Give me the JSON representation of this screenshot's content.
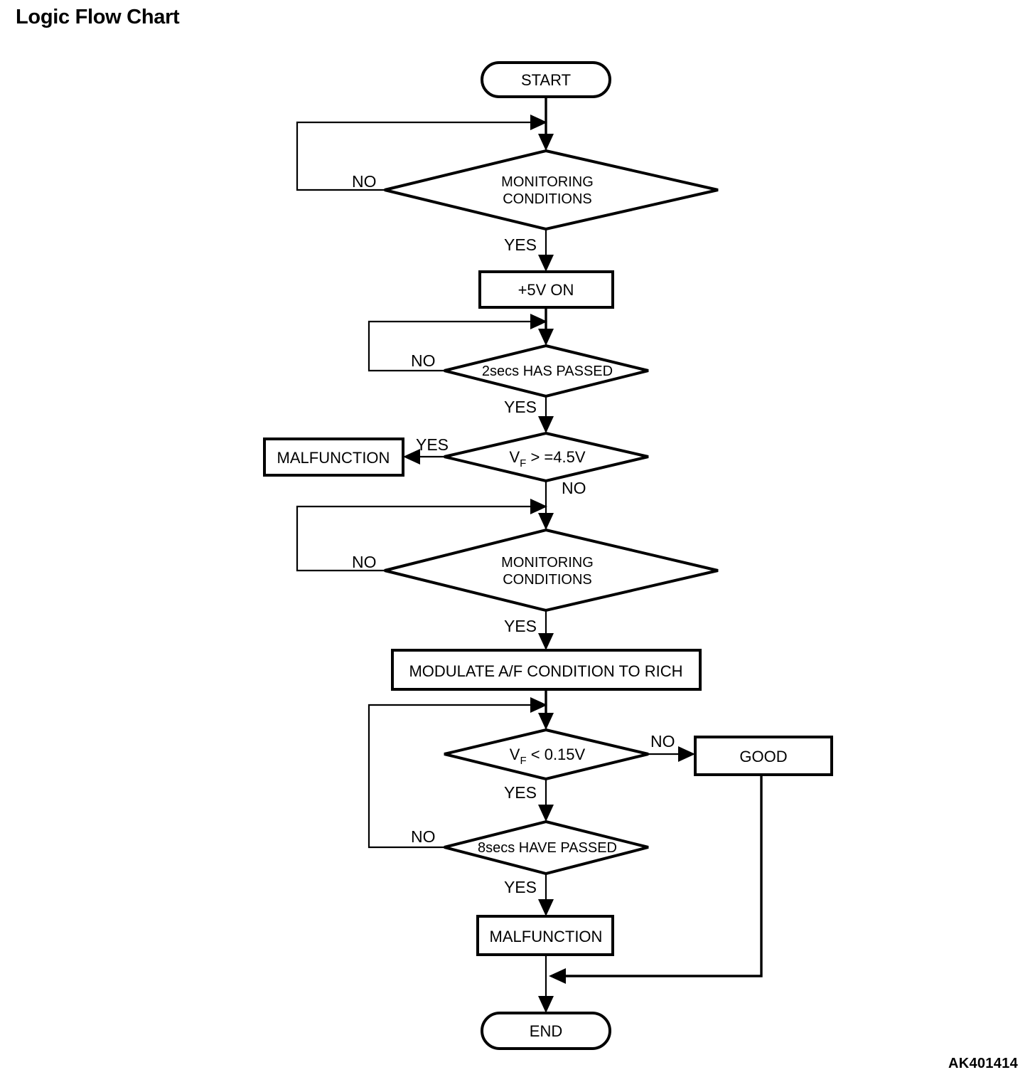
{
  "page": {
    "title": "Logic Flow Chart",
    "footer_code": "AK401414"
  },
  "chart_data": {
    "type": "diagram",
    "diagram_kind": "flowchart",
    "title": "Logic Flow Chart",
    "nodes": [
      {
        "id": "start",
        "shape": "terminator",
        "label": "START"
      },
      {
        "id": "mon1",
        "shape": "decision",
        "label": "MONITORING CONDITIONS",
        "line1": "MONITORING",
        "line2": "CONDITIONS"
      },
      {
        "id": "plus5v",
        "shape": "process",
        "label": "+5V ON"
      },
      {
        "id": "secs2",
        "shape": "decision",
        "label": "2secs HAS PASSED"
      },
      {
        "id": "vf45",
        "shape": "decision",
        "label": "VF > =4.5V",
        "prefix": "V",
        "subscript": "F",
        "suffix": " > =4.5V"
      },
      {
        "id": "malfunction1",
        "shape": "process",
        "label": "MALFUNCTION"
      },
      {
        "id": "mon2",
        "shape": "decision",
        "label": "MONITORING CONDITIONS",
        "line1": "MONITORING",
        "line2": "CONDITIONS"
      },
      {
        "id": "modulate",
        "shape": "process",
        "label": "MODULATE A/F CONDITION TO RICH"
      },
      {
        "id": "vf015",
        "shape": "decision",
        "label": "VF < 0.15V",
        "prefix": "V",
        "subscript": "F",
        "suffix": " < 0.15V"
      },
      {
        "id": "good",
        "shape": "process",
        "label": "GOOD"
      },
      {
        "id": "secs8",
        "shape": "decision",
        "label": "8secs HAVE PASSED"
      },
      {
        "id": "malfunction2",
        "shape": "process",
        "label": "MALFUNCTION"
      },
      {
        "id": "end",
        "shape": "terminator",
        "label": "END"
      }
    ],
    "edges": [
      {
        "from": "start",
        "to": "mon1",
        "label": ""
      },
      {
        "from": "mon1",
        "to": "mon1",
        "label": "NO"
      },
      {
        "from": "mon1",
        "to": "plus5v",
        "label": "YES"
      },
      {
        "from": "plus5v",
        "to": "secs2",
        "label": ""
      },
      {
        "from": "secs2",
        "to": "secs2",
        "label": "NO"
      },
      {
        "from": "secs2",
        "to": "vf45",
        "label": "YES"
      },
      {
        "from": "vf45",
        "to": "malfunction1",
        "label": "YES"
      },
      {
        "from": "vf45",
        "to": "mon2",
        "label": "NO"
      },
      {
        "from": "mon2",
        "to": "mon2",
        "label": "NO"
      },
      {
        "from": "mon2",
        "to": "modulate",
        "label": "YES"
      },
      {
        "from": "modulate",
        "to": "vf015",
        "label": ""
      },
      {
        "from": "vf015",
        "to": "good",
        "label": "NO"
      },
      {
        "from": "vf015",
        "to": "secs8",
        "label": "YES"
      },
      {
        "from": "secs8",
        "to": "vf015",
        "label": "NO"
      },
      {
        "from": "secs8",
        "to": "malfunction2",
        "label": "YES"
      },
      {
        "from": "malfunction2",
        "to": "end",
        "label": ""
      },
      {
        "from": "good",
        "to": "end",
        "label": ""
      }
    ],
    "labels": {
      "yes": "YES",
      "no": "NO"
    },
    "colors": {
      "background": "#ffffff",
      "stroke": "#000000",
      "text": "#000000"
    }
  }
}
